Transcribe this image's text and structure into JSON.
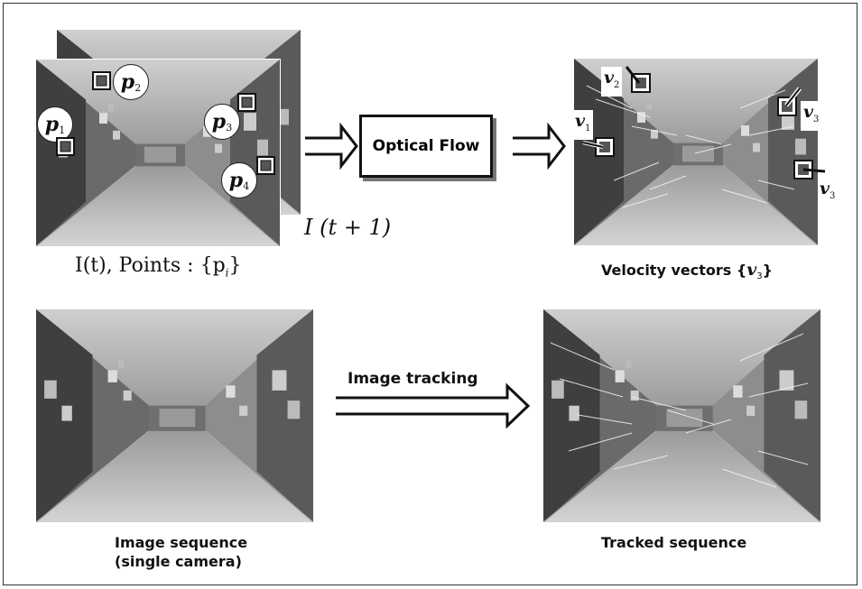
{
  "flow_box": {
    "label": "Optical Flow"
  },
  "captions": {
    "next_frame": "I (t + 1)",
    "points_label": "I(t), Points : {p",
    "points_sub": "i",
    "points_close": "}",
    "velocity_label": "Velocity vectors {",
    "velocity_vec": "v",
    "velocity_sub": "3",
    "velocity_close": "}",
    "image_sequence_line1": "Image sequence",
    "image_sequence_line2": "(single camera)",
    "tracking": "Image tracking",
    "tracked_sequence": "Tracked sequence"
  },
  "points": [
    {
      "letter": "p",
      "sub": "1"
    },
    {
      "letter": "p",
      "sub": "2"
    },
    {
      "letter": "p",
      "sub": "3"
    },
    {
      "letter": "p",
      "sub": "4"
    }
  ],
  "vectors": [
    {
      "letter": "v",
      "sub": "1"
    },
    {
      "letter": "v",
      "sub": "2"
    },
    {
      "letter": "v",
      "sub": "3"
    },
    {
      "letter": "v",
      "sub": "3"
    }
  ],
  "colors": {
    "line": "#111111",
    "photo_dark": "#3a3a3a",
    "photo_light": "#bdbdbd",
    "shadow": "#777777"
  }
}
